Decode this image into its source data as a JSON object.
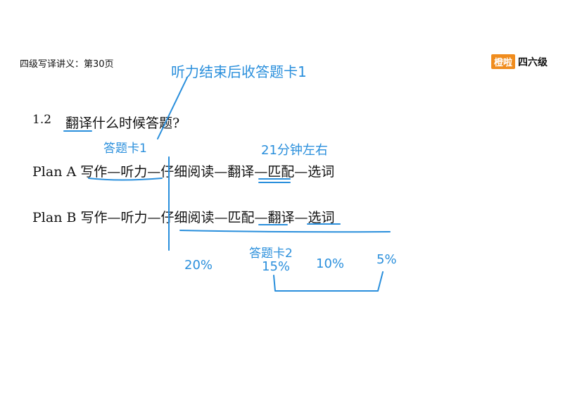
{
  "header": {
    "breadcrumb": "四级写译讲义：第30页",
    "brand_logo": "橙啦",
    "brand_text": "四六级"
  },
  "section": {
    "number": "1.2",
    "title": "翻译什么时候答题?"
  },
  "plans": [
    {
      "text": "Plan A 写作—听力—仔细阅读—翻译—匹配—选词"
    },
    {
      "text": "Plan B 写作—听力—仔细阅读—匹配—翻译—选词"
    }
  ],
  "annotations": {
    "top_note": "听力结束后收答题卡1",
    "card1": "答题卡1",
    "time_note": "21分钟左右",
    "card2": "答题卡2",
    "pct_20": "20%",
    "pct_15": "15%",
    "pct_10": "10%",
    "pct_5": "5%"
  },
  "colors": {
    "ink": "#2a8fdc",
    "brand": "#f08c1d"
  }
}
